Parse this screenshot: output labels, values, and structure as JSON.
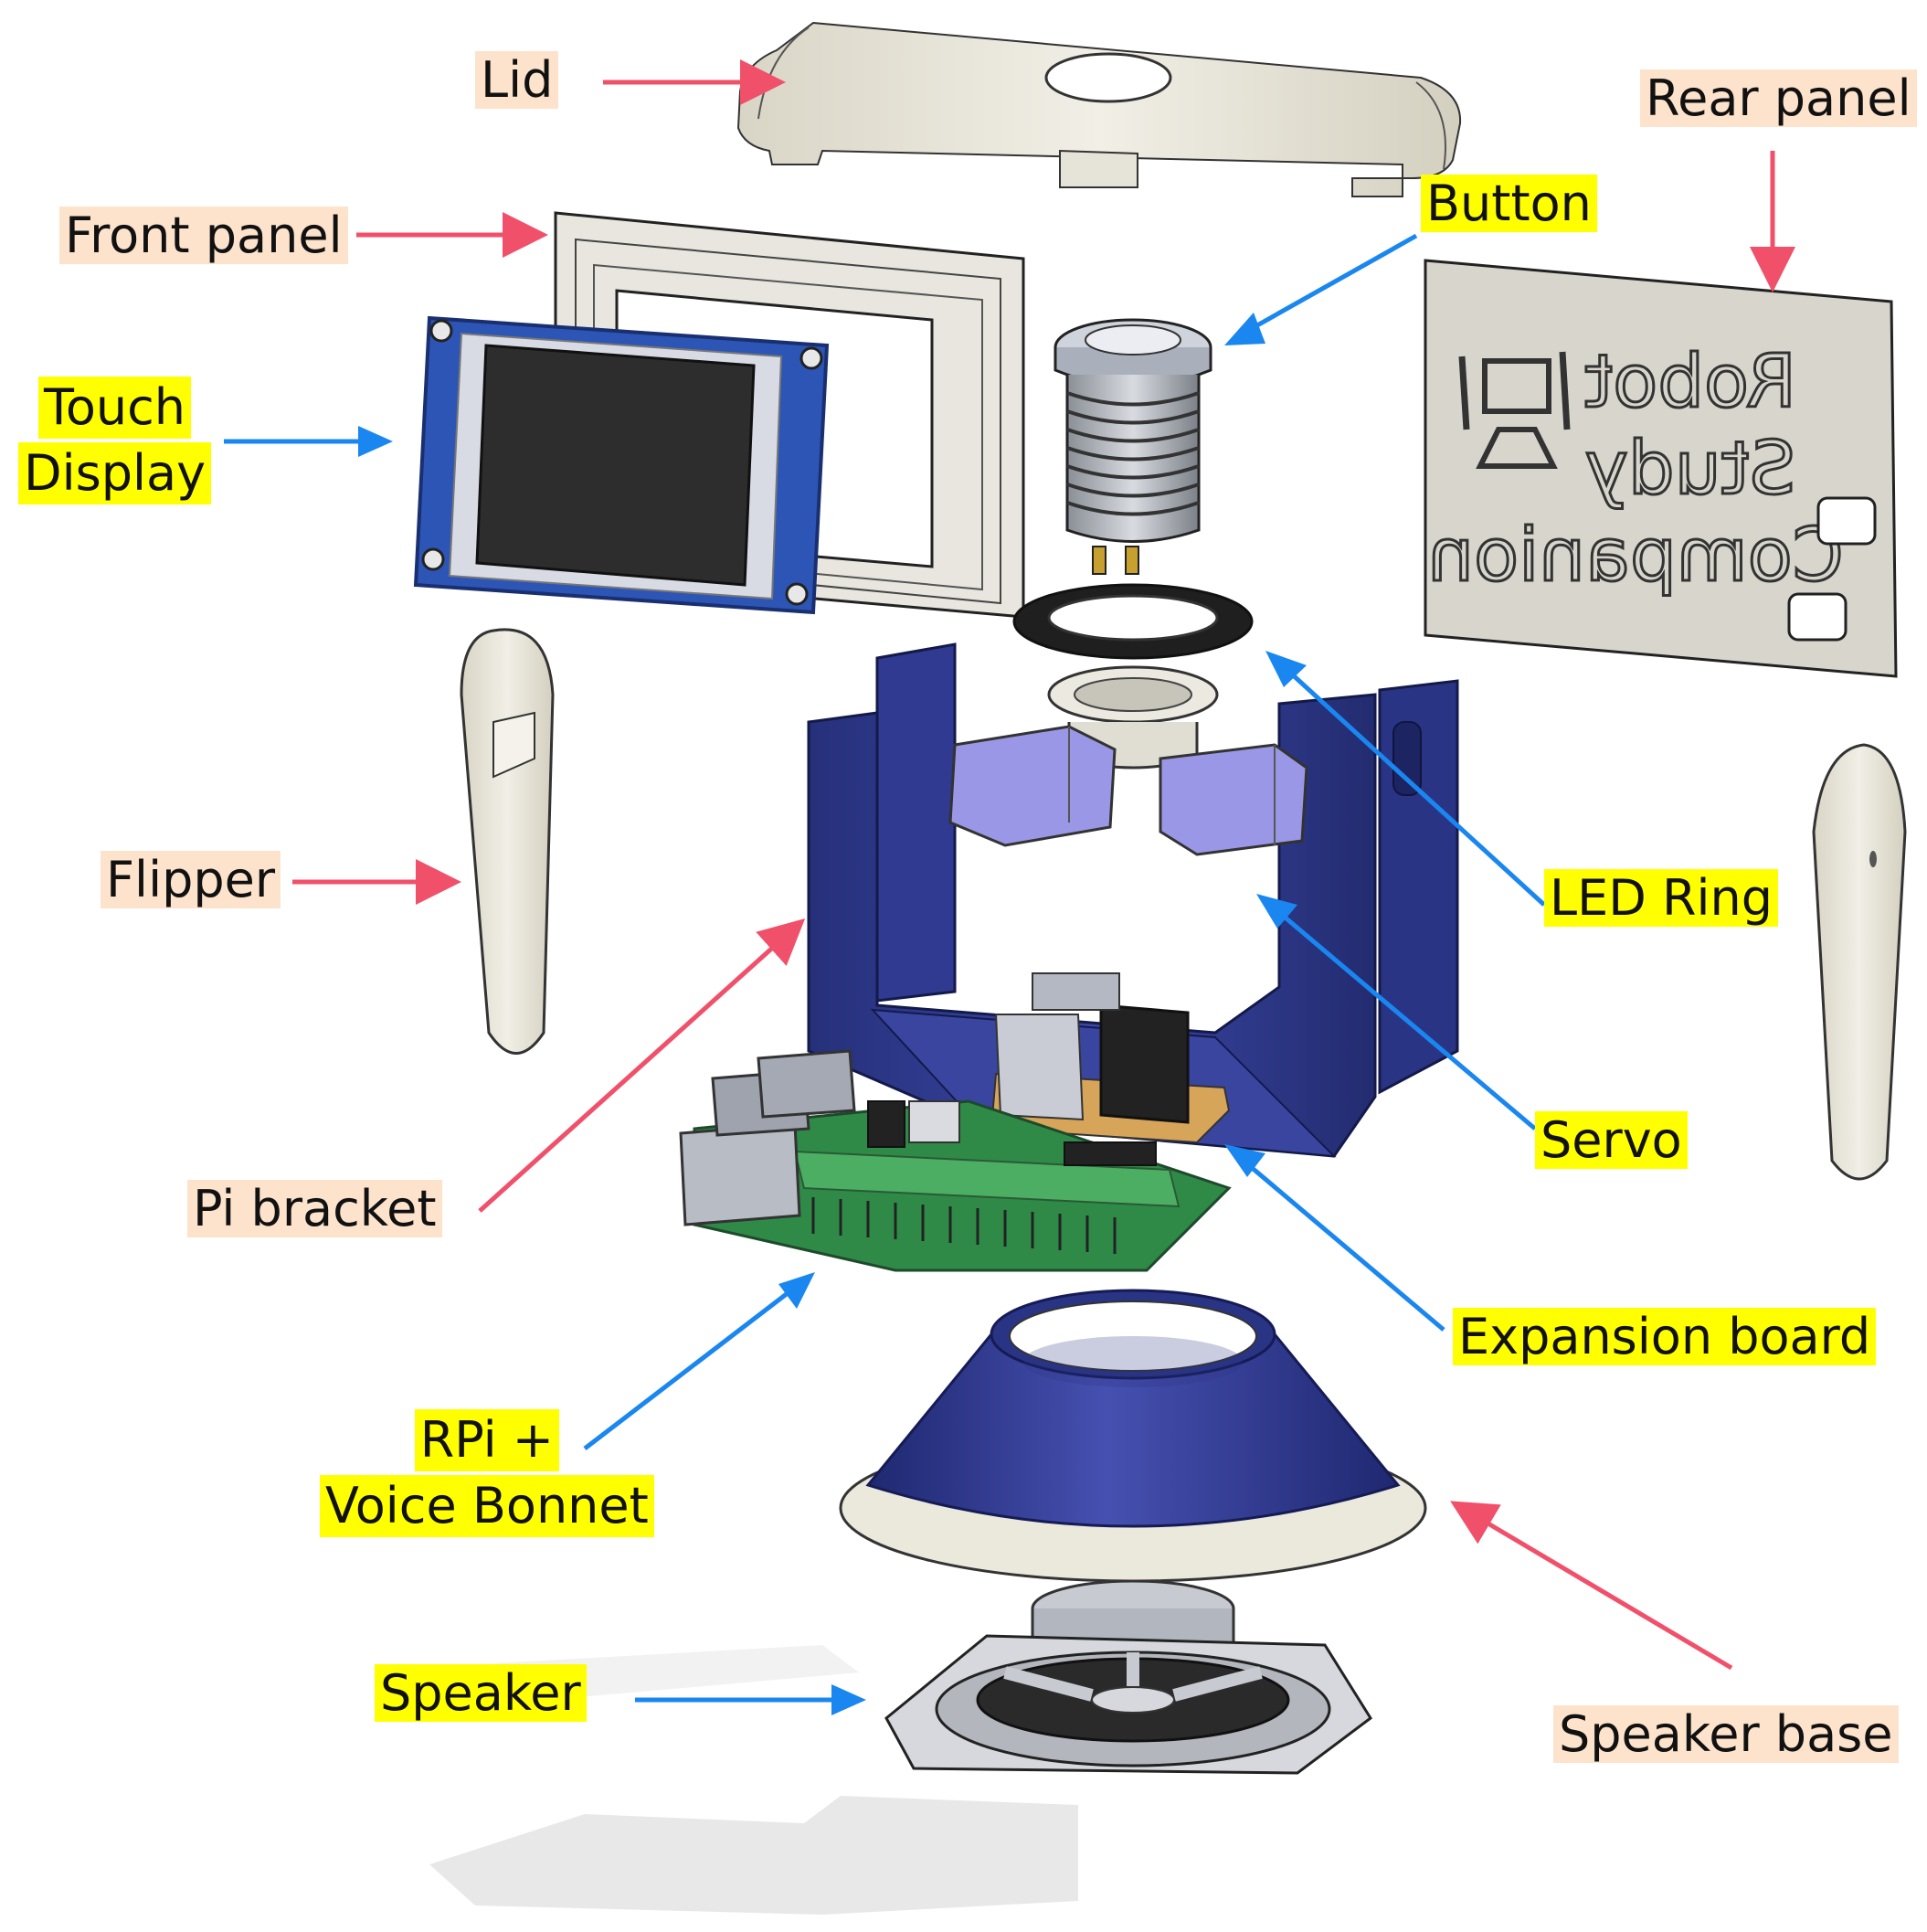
{
  "colors": {
    "printed_part_arrow": "#f1506a",
    "electronic_part_arrow": "#1a86f0",
    "printed_label_bg": "#fde3cc",
    "electronic_label_bg": "#ffff00",
    "body_navy": "#2e3a8c",
    "shell_beige": "#ebe8dc",
    "servo_lilac": "#9a98e6",
    "pcb_green": "#3a9a50"
  },
  "labels": {
    "lid": "Lid",
    "rear_panel": "Rear panel",
    "front_panel": "Front panel",
    "button": "Button",
    "touch_display_line1": "Touch",
    "touch_display_line2": "Display",
    "flipper": "Flipper",
    "led_ring": "LED Ring",
    "servo": "Servo",
    "pi_bracket": "Pi bracket",
    "expansion_board": "Expansion board",
    "rpi_line1": "RPi +",
    "rpi_line2": "Voice Bonnet",
    "speaker": "Speaker",
    "speaker_base": "Speaker base"
  },
  "rear_panel_engraving": [
    "Robot",
    "Study",
    "Companion"
  ]
}
